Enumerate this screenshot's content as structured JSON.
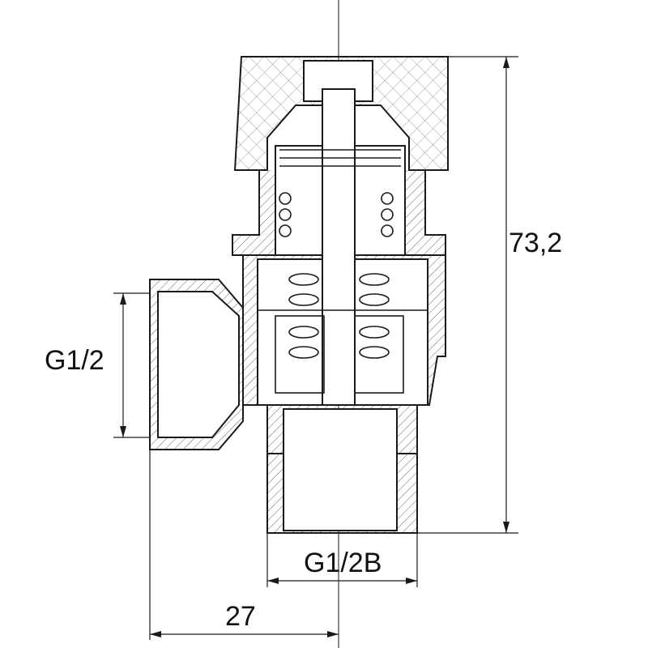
{
  "drawing": {
    "line_color": "#1a1a1a",
    "hatch_color": "#555555",
    "dimensions": {
      "height": "73,2",
      "side_thread": "G1/2",
      "bottom_thread": "G1/2B",
      "offset": "27"
    }
  }
}
